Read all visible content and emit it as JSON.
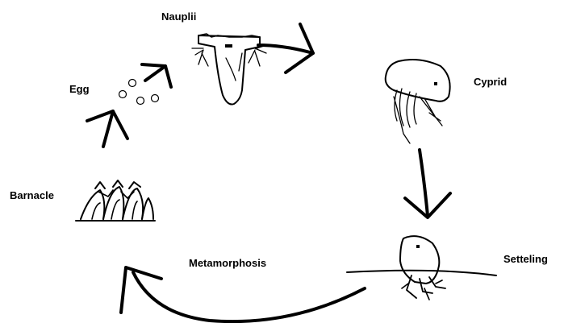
{
  "diagram": {
    "stages": {
      "nauplii": "Nauplii",
      "egg": "Egg",
      "cyprid": "Cyprid",
      "barnacle": "Barnacle",
      "setteling": "Setteling",
      "metamorphosis": "Metamorphosis"
    },
    "colors": {
      "ink": "#000000",
      "background": "#ffffff"
    }
  }
}
